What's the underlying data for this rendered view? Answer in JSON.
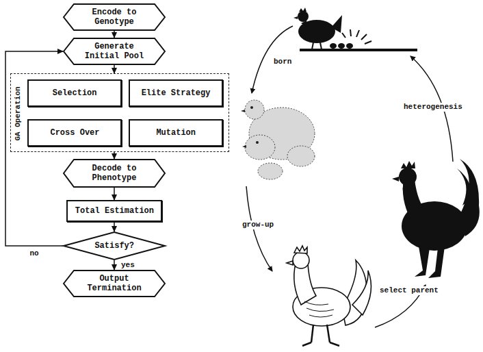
{
  "diagram": {
    "nodes": [
      {
        "text": [
          "Encode to Genotype"
        ]
      },
      {
        "text": [
          "Generate Initial Pool"
        ]
      },
      {
        "text": [
          "GA Operation"
        ]
      },
      {
        "text": [
          "Selection"
        ],
        "in": 2
      },
      {
        "text": [
          "Elite Strategy"
        ],
        "in": 2
      },
      {
        "text": [
          "Cross Over"
        ],
        "in": 2
      },
      {
        "text": [
          "Mutation"
        ],
        "in": 2
      },
      {
        "text": [
          "Decode to Phenotype"
        ]
      },
      {
        "text": [
          "Total Estimation"
        ]
      },
      {
        "text": [
          "Satisfy?"
        ]
      },
      {
        "text": [
          "Output Termination"
        ]
      }
    ],
    "edges": [
      {
        "from": 0,
        "to": 1,
        "arrow": "to"
      },
      {
        "from": 1,
        "to": 2,
        "arrow": "to"
      },
      {
        "from": 2,
        "to": 7,
        "arrow": "to"
      },
      {
        "from": 7,
        "to": 8,
        "arrow": "to"
      },
      {
        "from": 8,
        "to": 9,
        "arrow": "to"
      },
      {
        "from": 9,
        "to": 10,
        "label": "yes",
        "arrow": "to"
      },
      {
        "from": 9,
        "to": 1,
        "label": "no",
        "arrow": "to"
      }
    ],
    "labels": [
      "born",
      "heterogenesis",
      "grow-up",
      "select parent"
    ]
  }
}
